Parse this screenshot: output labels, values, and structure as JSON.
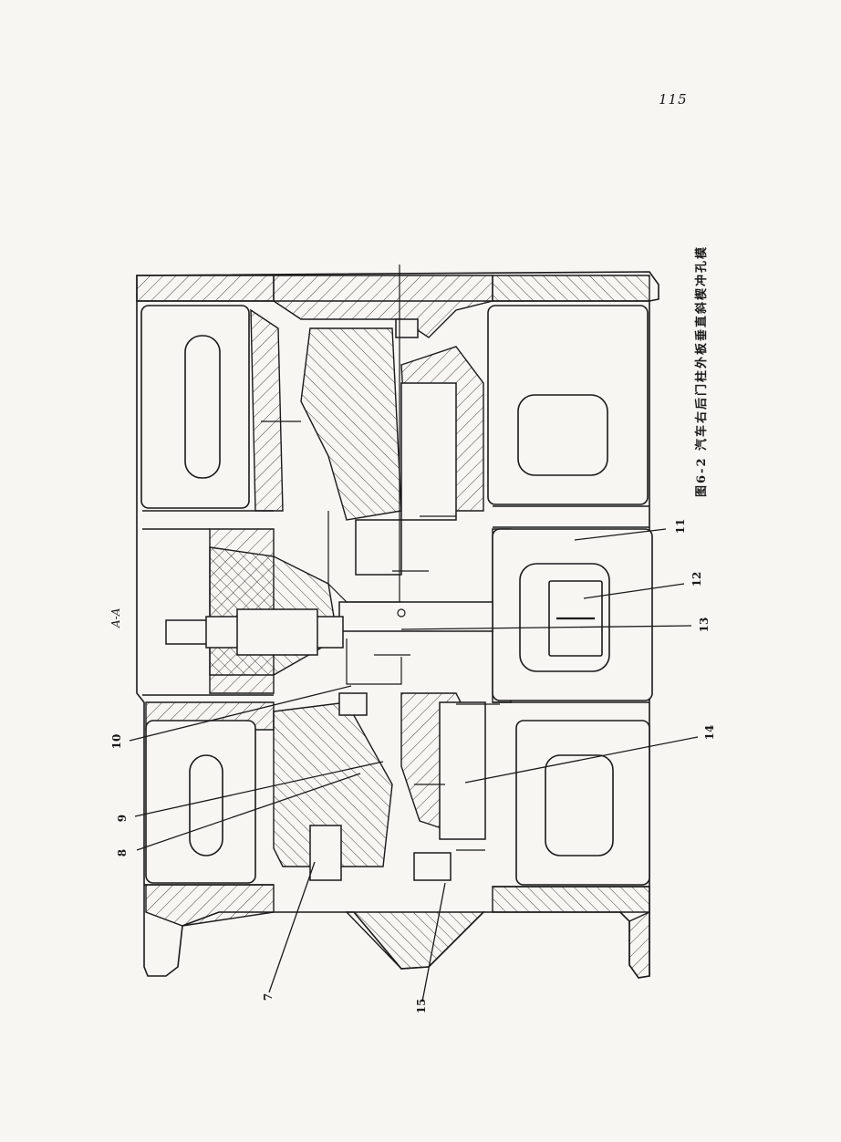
{
  "page": {
    "number": "115"
  },
  "figure": {
    "caption": "图6-2  汽车右后门柱外板垂直斜楔冲孔模",
    "section_label": "A-A"
  },
  "callouts": [
    {
      "id": "7",
      "label": "7"
    },
    {
      "id": "8",
      "label": "8"
    },
    {
      "id": "9",
      "label": "9"
    },
    {
      "id": "10",
      "label": "10"
    },
    {
      "id": "11",
      "label": "11"
    },
    {
      "id": "12",
      "label": "12"
    },
    {
      "id": "13",
      "label": "13"
    },
    {
      "id": "14",
      "label": "14"
    },
    {
      "id": "15",
      "label": "15"
    }
  ],
  "colors": {
    "ink": "#1a1a1a",
    "paper": "#f7f6f2"
  }
}
